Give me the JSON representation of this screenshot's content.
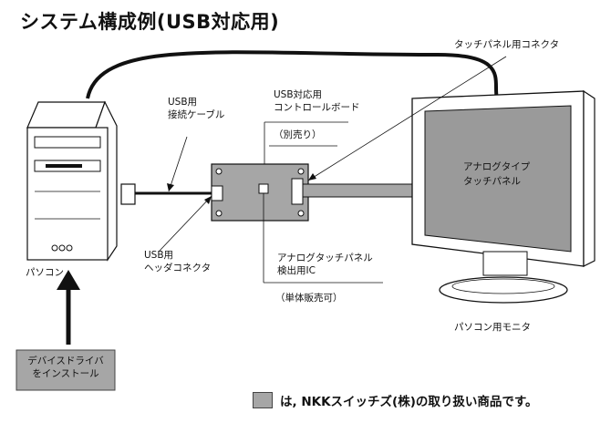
{
  "title": "システム構成例(USB対応用)",
  "labels": {
    "connector_touch_panel": "タッチパネル用コネクタ",
    "controller_board_line1": "USB対応用",
    "controller_board_line2": "コントロールボード",
    "controller_board_sold_separately": "（別売り）",
    "usb_cable_line1": "USB用",
    "usb_cable_line2": "接続ケーブル",
    "analog_touch_panel_line1": "アナログタイプ",
    "analog_touch_panel_line2": "タッチパネル",
    "pc": "パソコン",
    "usb_header_line1": "USB用",
    "usb_header_line2": "ヘッダコネクタ",
    "detection_ic_line1": "アナログタッチパネル",
    "detection_ic_line2": "検出用IC",
    "detection_ic_sold_alone": "（単体販売可）",
    "pc_monitor": "パソコン用モニタ",
    "install_driver_line1": "デバイスドライバ",
    "install_driver_line2": "をインストール"
  },
  "legend": {
    "text": "は, NKKスイッチズ(株)の取り扱い商品です。",
    "swatch_color": "#a6a6a6"
  },
  "colors": {
    "line": "#111111",
    "nkk_product": "#a6a6a6",
    "screen": "#9a9a9a"
  }
}
